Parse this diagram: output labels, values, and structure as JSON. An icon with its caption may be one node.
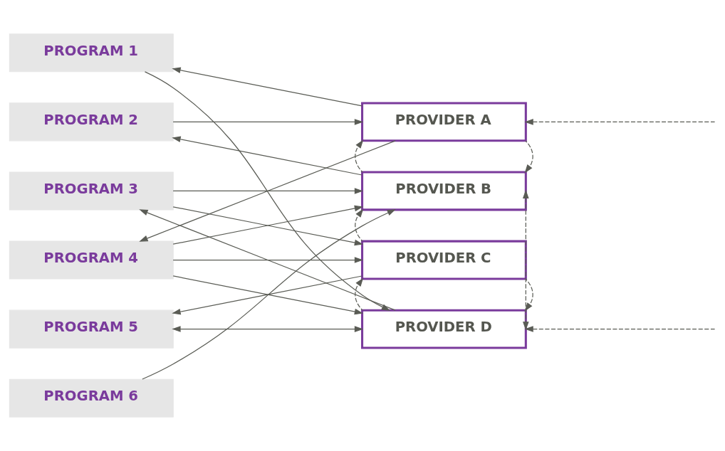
{
  "diagram": {
    "nodes": [
      {
        "text": [
          "PROGRAM 1"
        ]
      },
      {
        "text": [
          "PROGRAM 2"
        ]
      },
      {
        "text": [
          "PROGRAM 3"
        ]
      },
      {
        "text": [
          "PROGRAM 4"
        ]
      },
      {
        "text": [
          "PROGRAM 5"
        ]
      },
      {
        "text": [
          "PROGRAM 6"
        ]
      },
      {
        "text": [
          "PROVIDER A"
        ]
      },
      {
        "text": [
          "PROVIDER B"
        ]
      },
      {
        "text": [
          "PROVIDER C"
        ]
      },
      {
        "text": [
          "PROVIDER D"
        ]
      }
    ],
    "edges": [
      {
        "from": 6,
        "to": 0,
        "arrow": "to"
      },
      {
        "from": 0,
        "to": 9,
        "arrow": "to"
      },
      {
        "from": 1,
        "to": 6,
        "arrow": "to"
      },
      {
        "from": 7,
        "to": 1,
        "arrow": "to"
      },
      {
        "from": 2,
        "to": 7,
        "arrow": "to"
      },
      {
        "from": 2,
        "to": 8,
        "arrow": "to"
      },
      {
        "from": 9,
        "to": 2,
        "arrow": "to"
      },
      {
        "from": 6,
        "to": 3,
        "arrow": "to"
      },
      {
        "from": 3,
        "to": 7,
        "arrow": "to"
      },
      {
        "from": 3,
        "to": 8,
        "arrow": "to"
      },
      {
        "from": 3,
        "to": 9,
        "arrow": "to"
      },
      {
        "from": 8,
        "to": 4,
        "arrow": "to"
      },
      {
        "from": 9,
        "to": 4,
        "arrow": "both"
      },
      {
        "from": 5,
        "to": 7,
        "arrow": "to"
      },
      {
        "from": 7,
        "to": 6,
        "arrow": "to",
        "style": "dashed"
      },
      {
        "from": 6,
        "to": 7,
        "arrow": "to",
        "style": "dashed"
      },
      {
        "from": 8,
        "to": 7,
        "arrow": "to",
        "style": "dashed"
      },
      {
        "from": 9,
        "to": 8,
        "arrow": "to",
        "style": "dashed"
      },
      {
        "from": 8,
        "to": 9,
        "arrow": "to",
        "style": "dashed"
      },
      {
        "from": 7,
        "to": 9,
        "arrow": "both",
        "style": "dashed"
      },
      {
        "from": null,
        "to": 6,
        "arrow": "to",
        "style": "dashed"
      },
      {
        "from": null,
        "to": 9,
        "arrow": "to",
        "style": "dashed"
      }
    ]
  }
}
